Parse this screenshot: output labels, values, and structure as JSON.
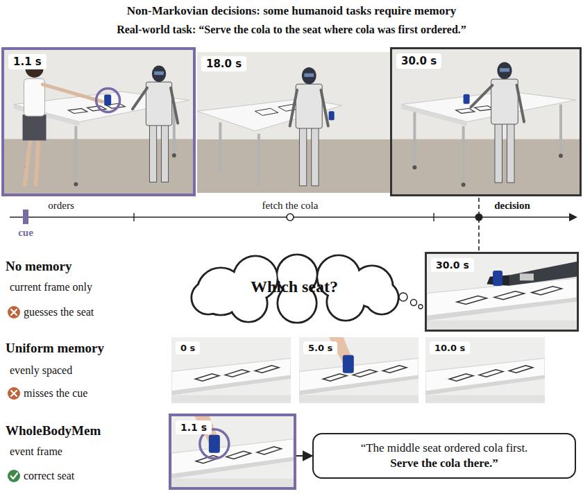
{
  "diagram": {
    "title": "Non-Markovian decisions: some humanoid tasks require memory",
    "nodes": [
      {
        "text": [
          "1.1 s"
        ]
      },
      {
        "text": [
          "18.0 s"
        ]
      },
      {
        "text": [
          "30.0 s"
        ]
      },
      {
        "text": [
          "Which seat?"
        ]
      },
      {
        "text": [
          "30.0 s"
        ]
      },
      {
        "text": [
          "0 s"
        ]
      },
      {
        "text": [
          "5.0 s"
        ]
      },
      {
        "text": [
          "10.0 s"
        ]
      },
      {
        "text": [
          "1.1 s"
        ]
      },
      {
        "text": [
          "“The middle seat ordered cola first.",
          "Serve the cola there.”"
        ]
      }
    ],
    "edges": [
      {
        "from": 8,
        "to": 9,
        "arrow": "to"
      }
    ],
    "labels": [
      "Real-world task: “Serve the cola to the seat where cola was first ordered.”",
      "orders",
      "cue",
      "fetch the cola",
      "decision",
      "No memory",
      "current frame only",
      "guesses the seat",
      "Uniform memory",
      "evenly spaced",
      "misses the cue",
      "WholeBodyMem",
      "event frame",
      "correct seat"
    ]
  }
}
